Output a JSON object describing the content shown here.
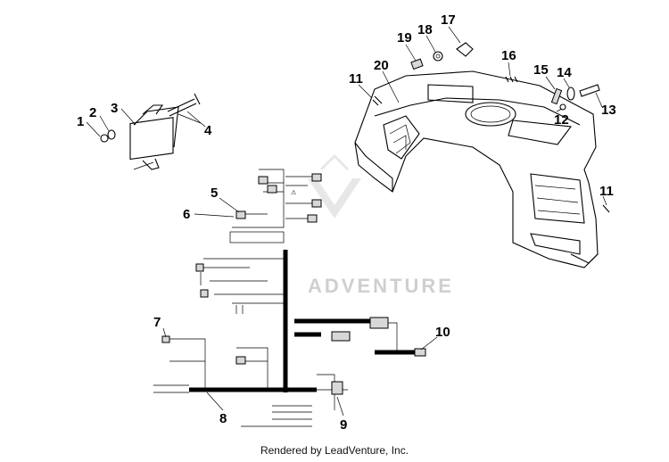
{
  "watermark": "ADVENTURE",
  "footer": "Rendered by LeadVenture, Inc.",
  "callouts": [
    {
      "id": "1",
      "name": "callout-1"
    },
    {
      "id": "2",
      "name": "callout-2"
    },
    {
      "id": "3",
      "name": "callout-3"
    },
    {
      "id": "4",
      "name": "callout-4"
    },
    {
      "id": "5",
      "name": "callout-5"
    },
    {
      "id": "6",
      "name": "callout-6"
    },
    {
      "id": "7",
      "name": "callout-7"
    },
    {
      "id": "8",
      "name": "callout-8"
    },
    {
      "id": "9",
      "name": "callout-9"
    },
    {
      "id": "10",
      "name": "callout-10"
    },
    {
      "id": "11",
      "name": "callout-11-top"
    },
    {
      "id": "11",
      "name": "callout-11-right"
    },
    {
      "id": "12",
      "name": "callout-12"
    },
    {
      "id": "13",
      "name": "callout-13"
    },
    {
      "id": "14",
      "name": "callout-14"
    },
    {
      "id": "15",
      "name": "callout-15"
    },
    {
      "id": "16",
      "name": "callout-16"
    },
    {
      "id": "17",
      "name": "callout-17"
    },
    {
      "id": "18",
      "name": "callout-18"
    },
    {
      "id": "19",
      "name": "callout-19"
    },
    {
      "id": "20",
      "name": "callout-20"
    }
  ]
}
